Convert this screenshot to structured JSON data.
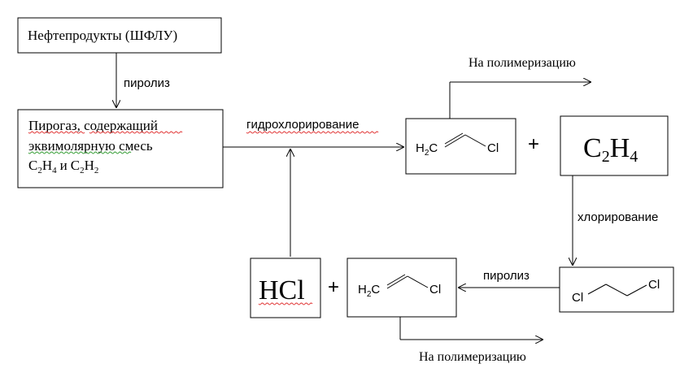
{
  "boxes": {
    "feedstock": {
      "label": "Нефтепродукты (ШФЛУ)"
    },
    "pyrogas": {
      "line1": "Пирогаз, содержащий",
      "line2": "эквимолярную смесь",
      "c2h4": {
        "c": "C",
        "n2": "2",
        "h": "H",
        "n4": "4"
      },
      "conj": "и",
      "c2h2": {
        "c": "C",
        "n2": "2",
        "h": "H",
        "n2b": "2"
      }
    },
    "vinyl_top": {
      "h": "H",
      "sub": "2",
      "c": "C",
      "cl": "Cl"
    },
    "ethylene": {
      "c": "C",
      "n2": "2",
      "h": "H",
      "n4": "4"
    },
    "dichloroethane": {
      "cl1": "Cl",
      "cl2": "Cl"
    },
    "vinyl_bottom": {
      "h": "H",
      "sub": "2",
      "c": "C",
      "cl": "Cl"
    },
    "hcl": {
      "label": "HCl"
    }
  },
  "operators": {
    "plus_top": "+",
    "plus_bottom": "+"
  },
  "labels": {
    "pyrolysis_top": "пиролиз",
    "hydrochlorination": "гидрохлорирование",
    "chlorination": "хлорирование",
    "pyrolysis_bottom": "пиролиз",
    "to_polymerization_top": "На полимеризацию",
    "to_polymerization_bottom": "На полимеризацию"
  }
}
